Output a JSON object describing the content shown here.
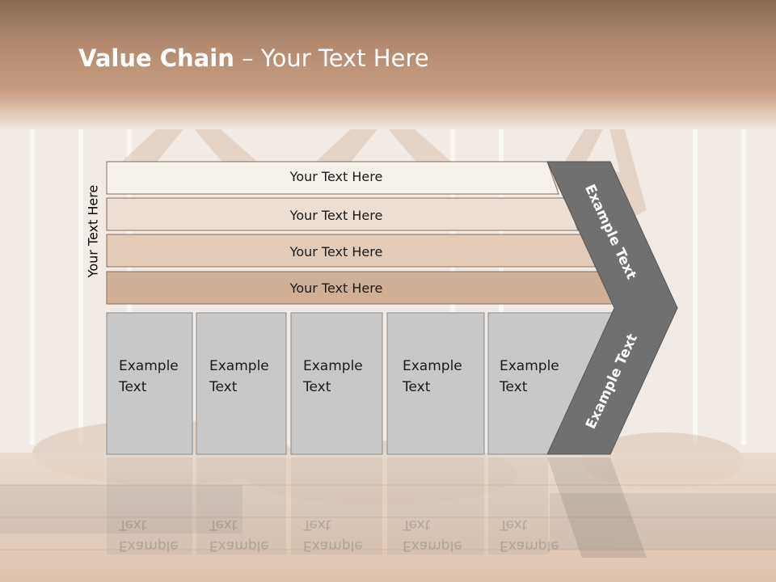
{
  "slide": {
    "title_bold": "Value Chain",
    "title_rest": " – Your Text Here",
    "side_label": "Your Text Here"
  },
  "bars": [
    {
      "label": "Your Text Here",
      "color": "#f6f0ea"
    },
    {
      "label": "Your Text Here",
      "color": "#eddfd3"
    },
    {
      "label": "Your Text Here",
      "color": "#e2cbb9"
    },
    {
      "label": "Your Text Here",
      "color": "#cfaf96"
    }
  ],
  "boxes": [
    {
      "line1": "Example",
      "line2": "Text"
    },
    {
      "line1": "Example",
      "line2": "Text"
    },
    {
      "line1": "Example",
      "line2": "Text"
    },
    {
      "line1": "Example",
      "line2": "Text"
    },
    {
      "line1": "Example",
      "line2": "Text"
    }
  ],
  "chevron": {
    "upper_label": "Example Text",
    "lower_label": "Example Text",
    "color": "#707070"
  },
  "colors": {
    "header": "#b48a6e",
    "box_fill": "#c8c8c8"
  }
}
